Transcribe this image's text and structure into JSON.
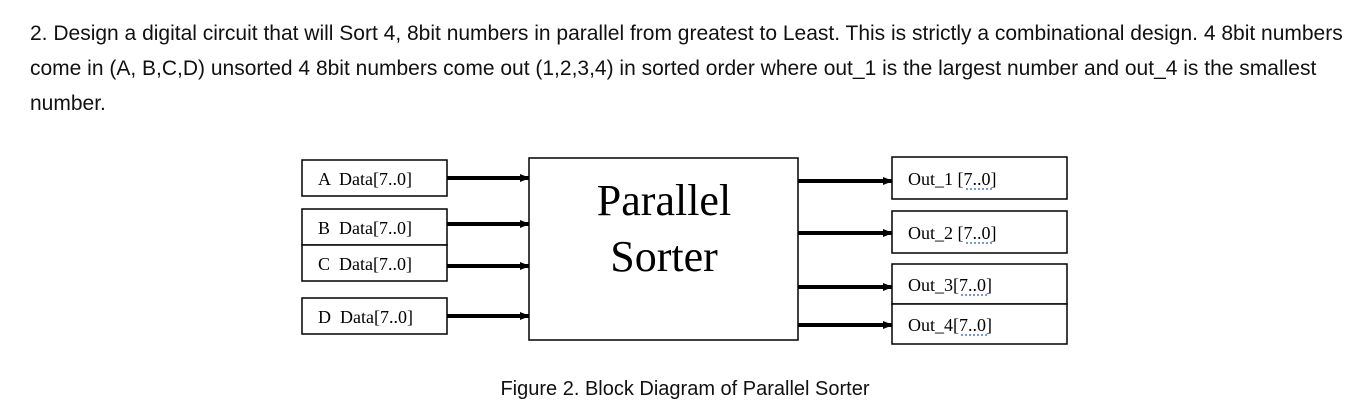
{
  "question": {
    "text": "2.  Design a digital circuit that will Sort 4, 8bit numbers in parallel from greatest to Least.  This is strictly a combinational design.  4 8bit numbers come in (A, B,C,D) unsorted 4 8bit numbers come out (1,2,3,4) in sorted order where out_1 is the largest number and out_4 is the smallest number."
  },
  "diagram": {
    "block_line1": "Parallel",
    "block_line2": "Sorter",
    "inputs": [
      "A  Data[7..0]",
      "B  Data[7..0]",
      "C  Data[7..0]",
      "D  Data[7..0]"
    ],
    "outputs": [
      "Out_1 [7..0]",
      "Out_2 [7..0]",
      "Out_3[7..0]",
      "Out_4[7..0]"
    ],
    "line_color": "#000000",
    "underline_color": "#4a78c8"
  },
  "caption": "Figure 2. Block Diagram of Parallel Sorter"
}
